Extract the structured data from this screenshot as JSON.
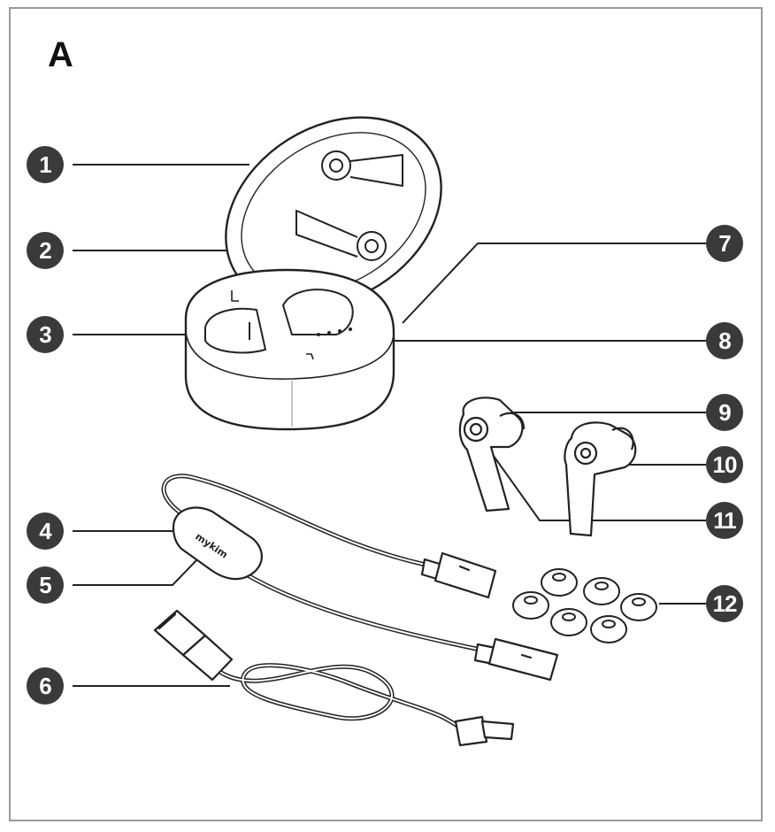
{
  "panel_letter": "A",
  "callouts": [
    "1",
    "2",
    "3",
    "4",
    "5",
    "6",
    "7",
    "8",
    "9",
    "10",
    "11",
    "12"
  ],
  "cable_logo_text": "mykim",
  "colors": {
    "callout_fill": "#3a3a3a",
    "callout_text": "#ffffff",
    "line": "#222222",
    "frame": "#9a9a9a"
  }
}
